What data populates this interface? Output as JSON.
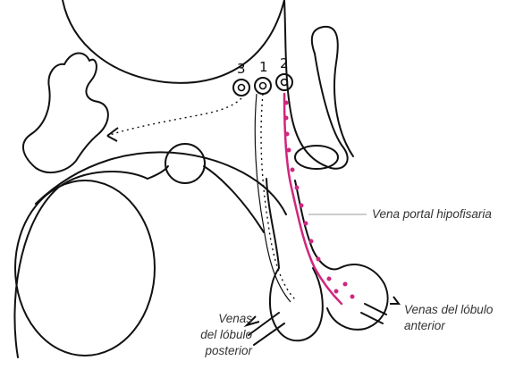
{
  "diagram": {
    "numbers": [
      "3",
      "1",
      "2"
    ],
    "labels": {
      "portal": "Vena portal hipofisaria",
      "anterior": [
        "Venas del lóbulo",
        "anterior"
      ],
      "posterior": [
        "Venas",
        "del lóbulo",
        "posterior"
      ]
    },
    "colors": {
      "ink": "#111111",
      "accent": "#d0267e",
      "text": "#333333"
    }
  }
}
